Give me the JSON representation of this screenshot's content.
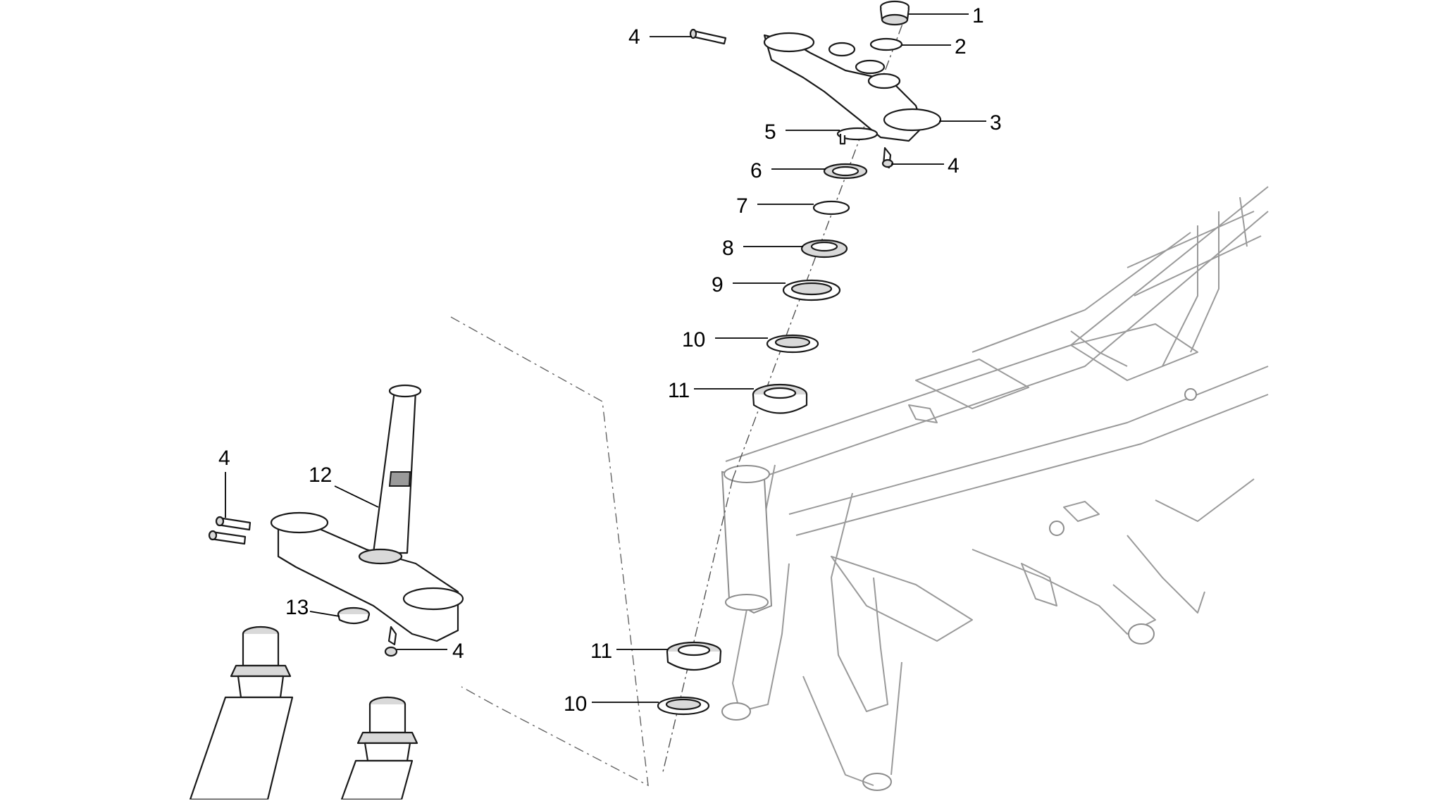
{
  "callouts": [
    {
      "id": "c1",
      "label": "1"
    },
    {
      "id": "c2",
      "label": "2"
    },
    {
      "id": "c3",
      "label": "3"
    },
    {
      "id": "c4a",
      "label": "4"
    },
    {
      "id": "c4b",
      "label": "4"
    },
    {
      "id": "c5",
      "label": "5"
    },
    {
      "id": "c6",
      "label": "6"
    },
    {
      "id": "c7",
      "label": "7"
    },
    {
      "id": "c8",
      "label": "8"
    },
    {
      "id": "c9",
      "label": "9"
    },
    {
      "id": "c10a",
      "label": "10"
    },
    {
      "id": "c11a",
      "label": "11"
    },
    {
      "id": "c11b",
      "label": "11"
    },
    {
      "id": "c10b",
      "label": "10"
    },
    {
      "id": "c4c",
      "label": "4"
    },
    {
      "id": "c12",
      "label": "12"
    },
    {
      "id": "c13",
      "label": "13"
    },
    {
      "id": "c4d",
      "label": "4"
    }
  ]
}
